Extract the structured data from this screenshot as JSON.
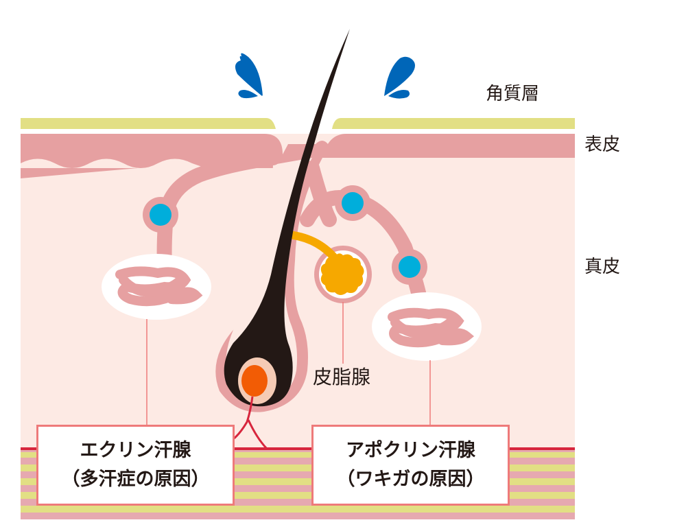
{
  "title": "Skin cross-section: sweat glands and sebaceous gland",
  "layers": {
    "stratum_corneum": "角質層",
    "epidermis": "表皮",
    "dermis": "真皮"
  },
  "glands": {
    "sebaceous": "皮脂腺",
    "eccrine": {
      "name": "エクリン汗腺",
      "note": "（多汗症の原因）"
    },
    "apocrine": {
      "name": "アポクリン汗腺",
      "note": "（ワキガの原因）"
    }
  },
  "icons": [
    "sweat-drop-icon",
    "sweat-drop-icon",
    "hair-icon"
  ],
  "colors": {
    "stratum_corneum": "#e2df84",
    "epidermis": "#e6a0a1",
    "dermis": "#fdeae4",
    "sweat_drop": "#0066b8",
    "duct_dot": "#00aedb",
    "sebum": "#f6a800",
    "hair": "#231815",
    "papilla": "#f25c05",
    "blood_vessel": "#d7263d",
    "callout_border": "#ee7a7a"
  }
}
